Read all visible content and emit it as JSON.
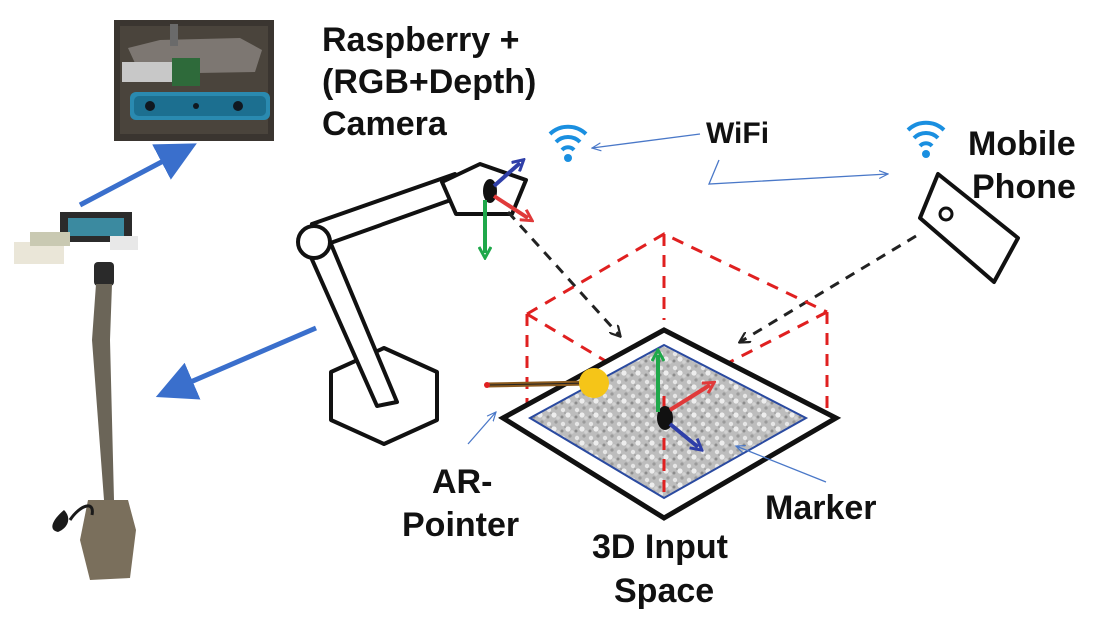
{
  "labels": {
    "camera_line1": "Raspberry +",
    "camera_line2": "(RGB+Depth)",
    "camera_line3": "Camera",
    "wifi": "WiFi",
    "phone_line1": "Mobile",
    "phone_line2": "Phone",
    "pointer_line1": "AR-",
    "pointer_line2": "Pointer",
    "marker": "Marker",
    "space_line1": "3D Input",
    "space_line2": "Space"
  },
  "colors": {
    "arrow_blue": "#3a6fcc",
    "thin_blue": "#4a78c8",
    "dashed_red": "#e02020",
    "dashed_black": "#222222",
    "axis_green": "#1fa84a",
    "axis_red": "#e03a3a",
    "axis_blue": "#2f3fa8",
    "pointer_ball": "#f5c518",
    "wifi_blue": "#1a8fe0"
  },
  "icons": [
    "wifi-icon",
    "camera-photo",
    "camera-rig-photo",
    "desk-lamp",
    "mobile-phone",
    "ar-pointer",
    "marker",
    "3d-input-space-box"
  ]
}
